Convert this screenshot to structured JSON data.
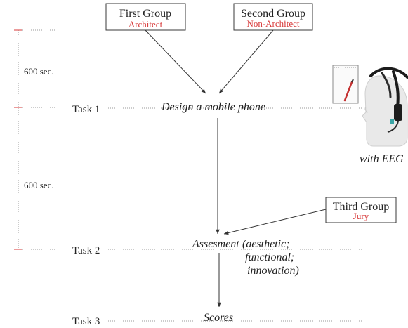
{
  "groups": {
    "first": {
      "title": "First Group",
      "subtitle": "Architect"
    },
    "second": {
      "title": "Second Group",
      "subtitle": "Non-Architect"
    },
    "third": {
      "title": "Third Group",
      "subtitle": "Jury"
    }
  },
  "timeline": {
    "interval_1": "600 sec.",
    "interval_2": "600 sec."
  },
  "tasks": {
    "task1": {
      "label": "Task 1",
      "node": "Design a mobile phone"
    },
    "task2": {
      "label": "Task 2",
      "node": "Assesment",
      "node_detail": [
        "(aesthetic;",
        "functional;",
        "innovation)"
      ]
    },
    "task3": {
      "label": "Task 3",
      "node": "Scores"
    }
  },
  "eeg_caption": "with EEG",
  "colors": {
    "accent_red": "#d83a3a",
    "line": "#333333",
    "dotted": "#9a9a9a"
  }
}
